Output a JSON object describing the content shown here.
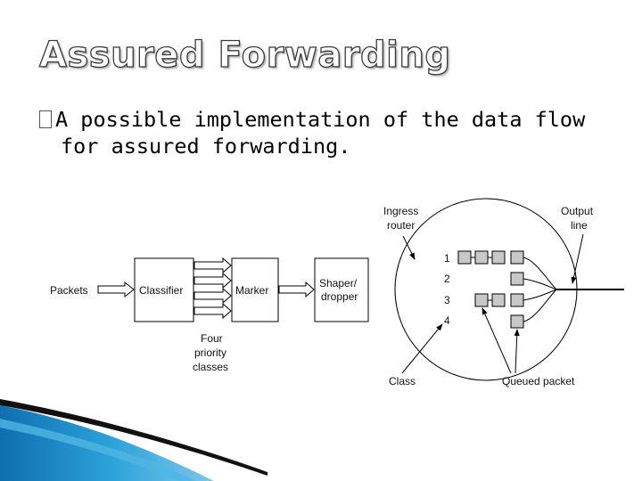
{
  "slide": {
    "title": "Assured Forwarding",
    "bullet_glyph": "",
    "bullet_text_line1": "A possible implementation of the data flow",
    "bullet_text_line2": "for assured forwarding."
  },
  "diagram": {
    "packets_label": "Packets",
    "classifier_label": "Classifier",
    "marker_label": "Marker",
    "shaper_label_line1": "Shaper/",
    "shaper_label_line2": "dropper",
    "priority_label_line1": "Four",
    "priority_label_line2": "priority",
    "priority_label_line3": "classes",
    "ingress_label_line1": "Ingress",
    "ingress_label_line2": "router",
    "output_label_line1": "Output",
    "output_label_line2": "line",
    "class_numbers": [
      "1",
      "2",
      "3",
      "4"
    ],
    "class_label": "Class",
    "queued_label": "Queued packet"
  },
  "colors": {
    "queue_fill": "#c8c8c8",
    "stroke": "#000000",
    "decor_blue": "#1f8fc9"
  }
}
